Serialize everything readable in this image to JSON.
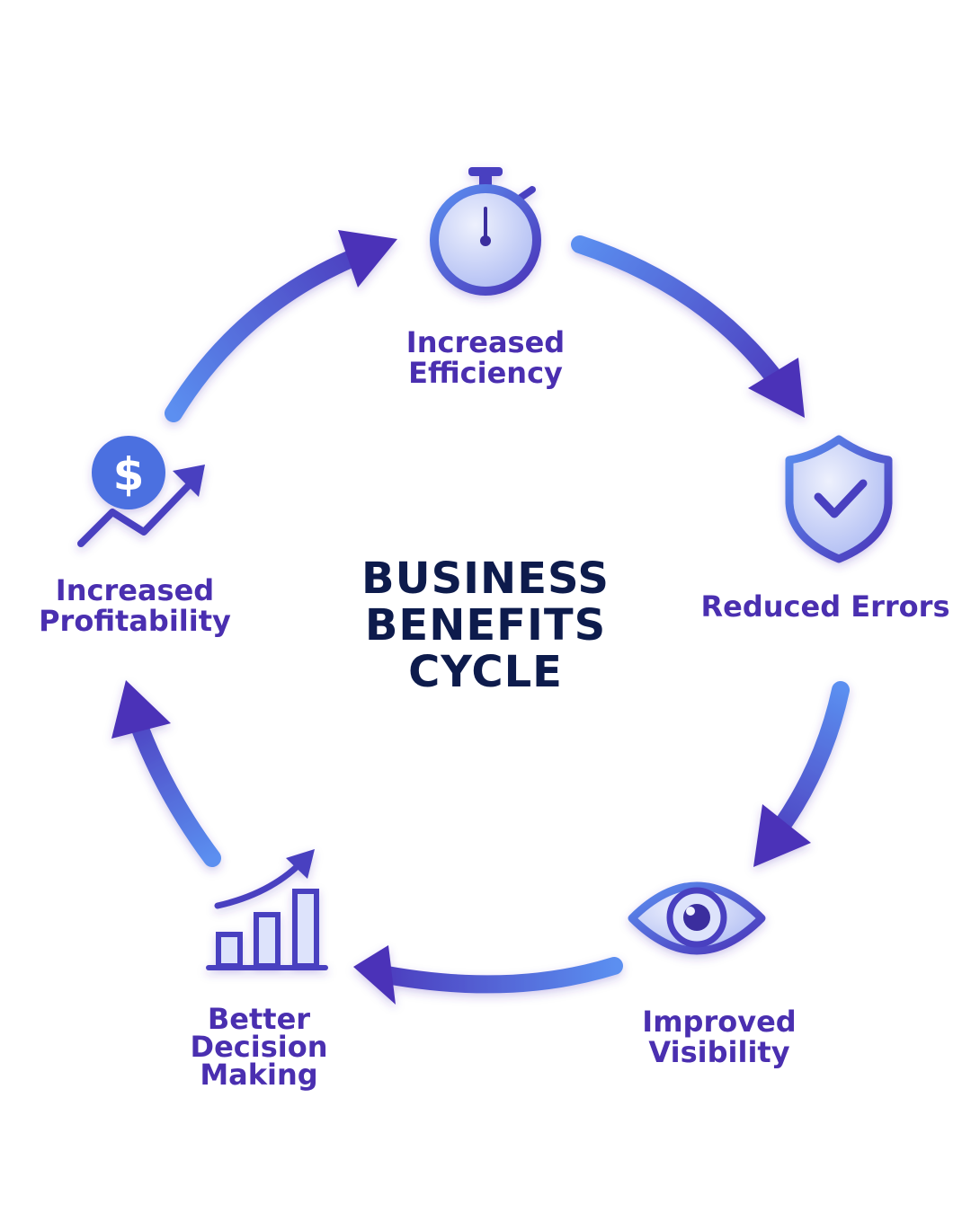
{
  "title": {
    "line1": "BUSINESS",
    "line2": "BENEFITS",
    "line3": "CYCLE"
  },
  "steps": [
    {
      "label_lines": [
        "Increased",
        "Efficiency"
      ],
      "icon": "stopwatch-icon"
    },
    {
      "label_lines": [
        "Reduced Errors"
      ],
      "icon": "shield-check-icon"
    },
    {
      "label_lines": [
        "Improved",
        "Visibility"
      ],
      "icon": "eye-icon"
    },
    {
      "label_lines": [
        "Better",
        "Decision",
        "Making"
      ],
      "icon": "bar-chart-growth-icon"
    },
    {
      "label_lines": [
        "Increased",
        "Profitability"
      ],
      "icon": "dollar-growth-icon"
    }
  ],
  "colors": {
    "title": "#0d1b4c",
    "label": "#4a2fb0",
    "arrow_start": "#5b8ff0",
    "arrow_end": "#4b33b8",
    "icon_fill_light": "#dde3fb",
    "icon_fill_mid": "#aab8f2",
    "icon_stroke": "#4a3fc0"
  }
}
